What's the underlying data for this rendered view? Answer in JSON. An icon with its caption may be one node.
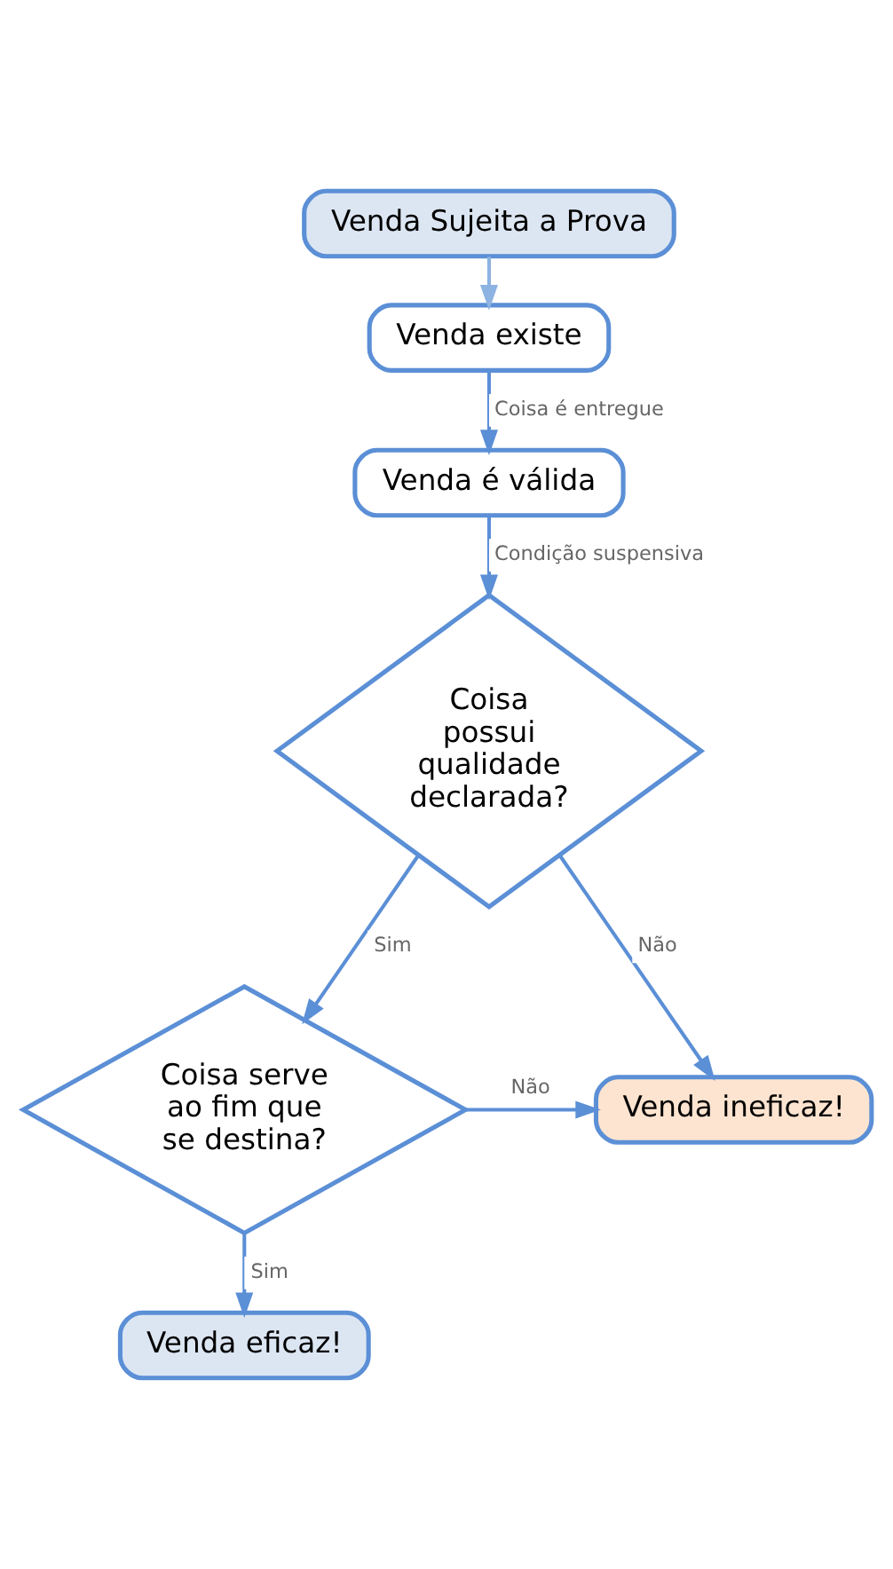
{
  "diagram": {
    "nodes": [
      {
        "text": [
          "Venda Sujeita a Prova"
        ]
      },
      {
        "text": [
          "Venda existe"
        ]
      },
      {
        "text": [
          "Venda é válida"
        ]
      },
      {
        "text": [
          "Coisa possui qualidade declarada?"
        ]
      },
      {
        "text": [
          "Coisa serve ao fim que se destina?"
        ]
      },
      {
        "text": [
          "Venda ineficaz!"
        ]
      },
      {
        "text": [
          "Venda eficaz!"
        ]
      }
    ],
    "edges": [
      {
        "from": 0,
        "to": 1,
        "arrow": "to",
        "color": "#8db3e2"
      },
      {
        "from": 1,
        "to": 2,
        "arrow": "to",
        "label": "Coisa é entregue"
      },
      {
        "from": 2,
        "to": 3,
        "arrow": "to",
        "label": "Condição suspensiva"
      },
      {
        "from": 3,
        "to": 5,
        "arrow": "to",
        "label": "Não"
      },
      {
        "from": 3,
        "to": 4,
        "arrow": "to",
        "label": "Sim"
      },
      {
        "from": 4,
        "to": 5,
        "arrow": "to",
        "label": "Não"
      },
      {
        "from": 4,
        "to": 6,
        "arrow": "to",
        "label": "Sim"
      }
    ]
  }
}
